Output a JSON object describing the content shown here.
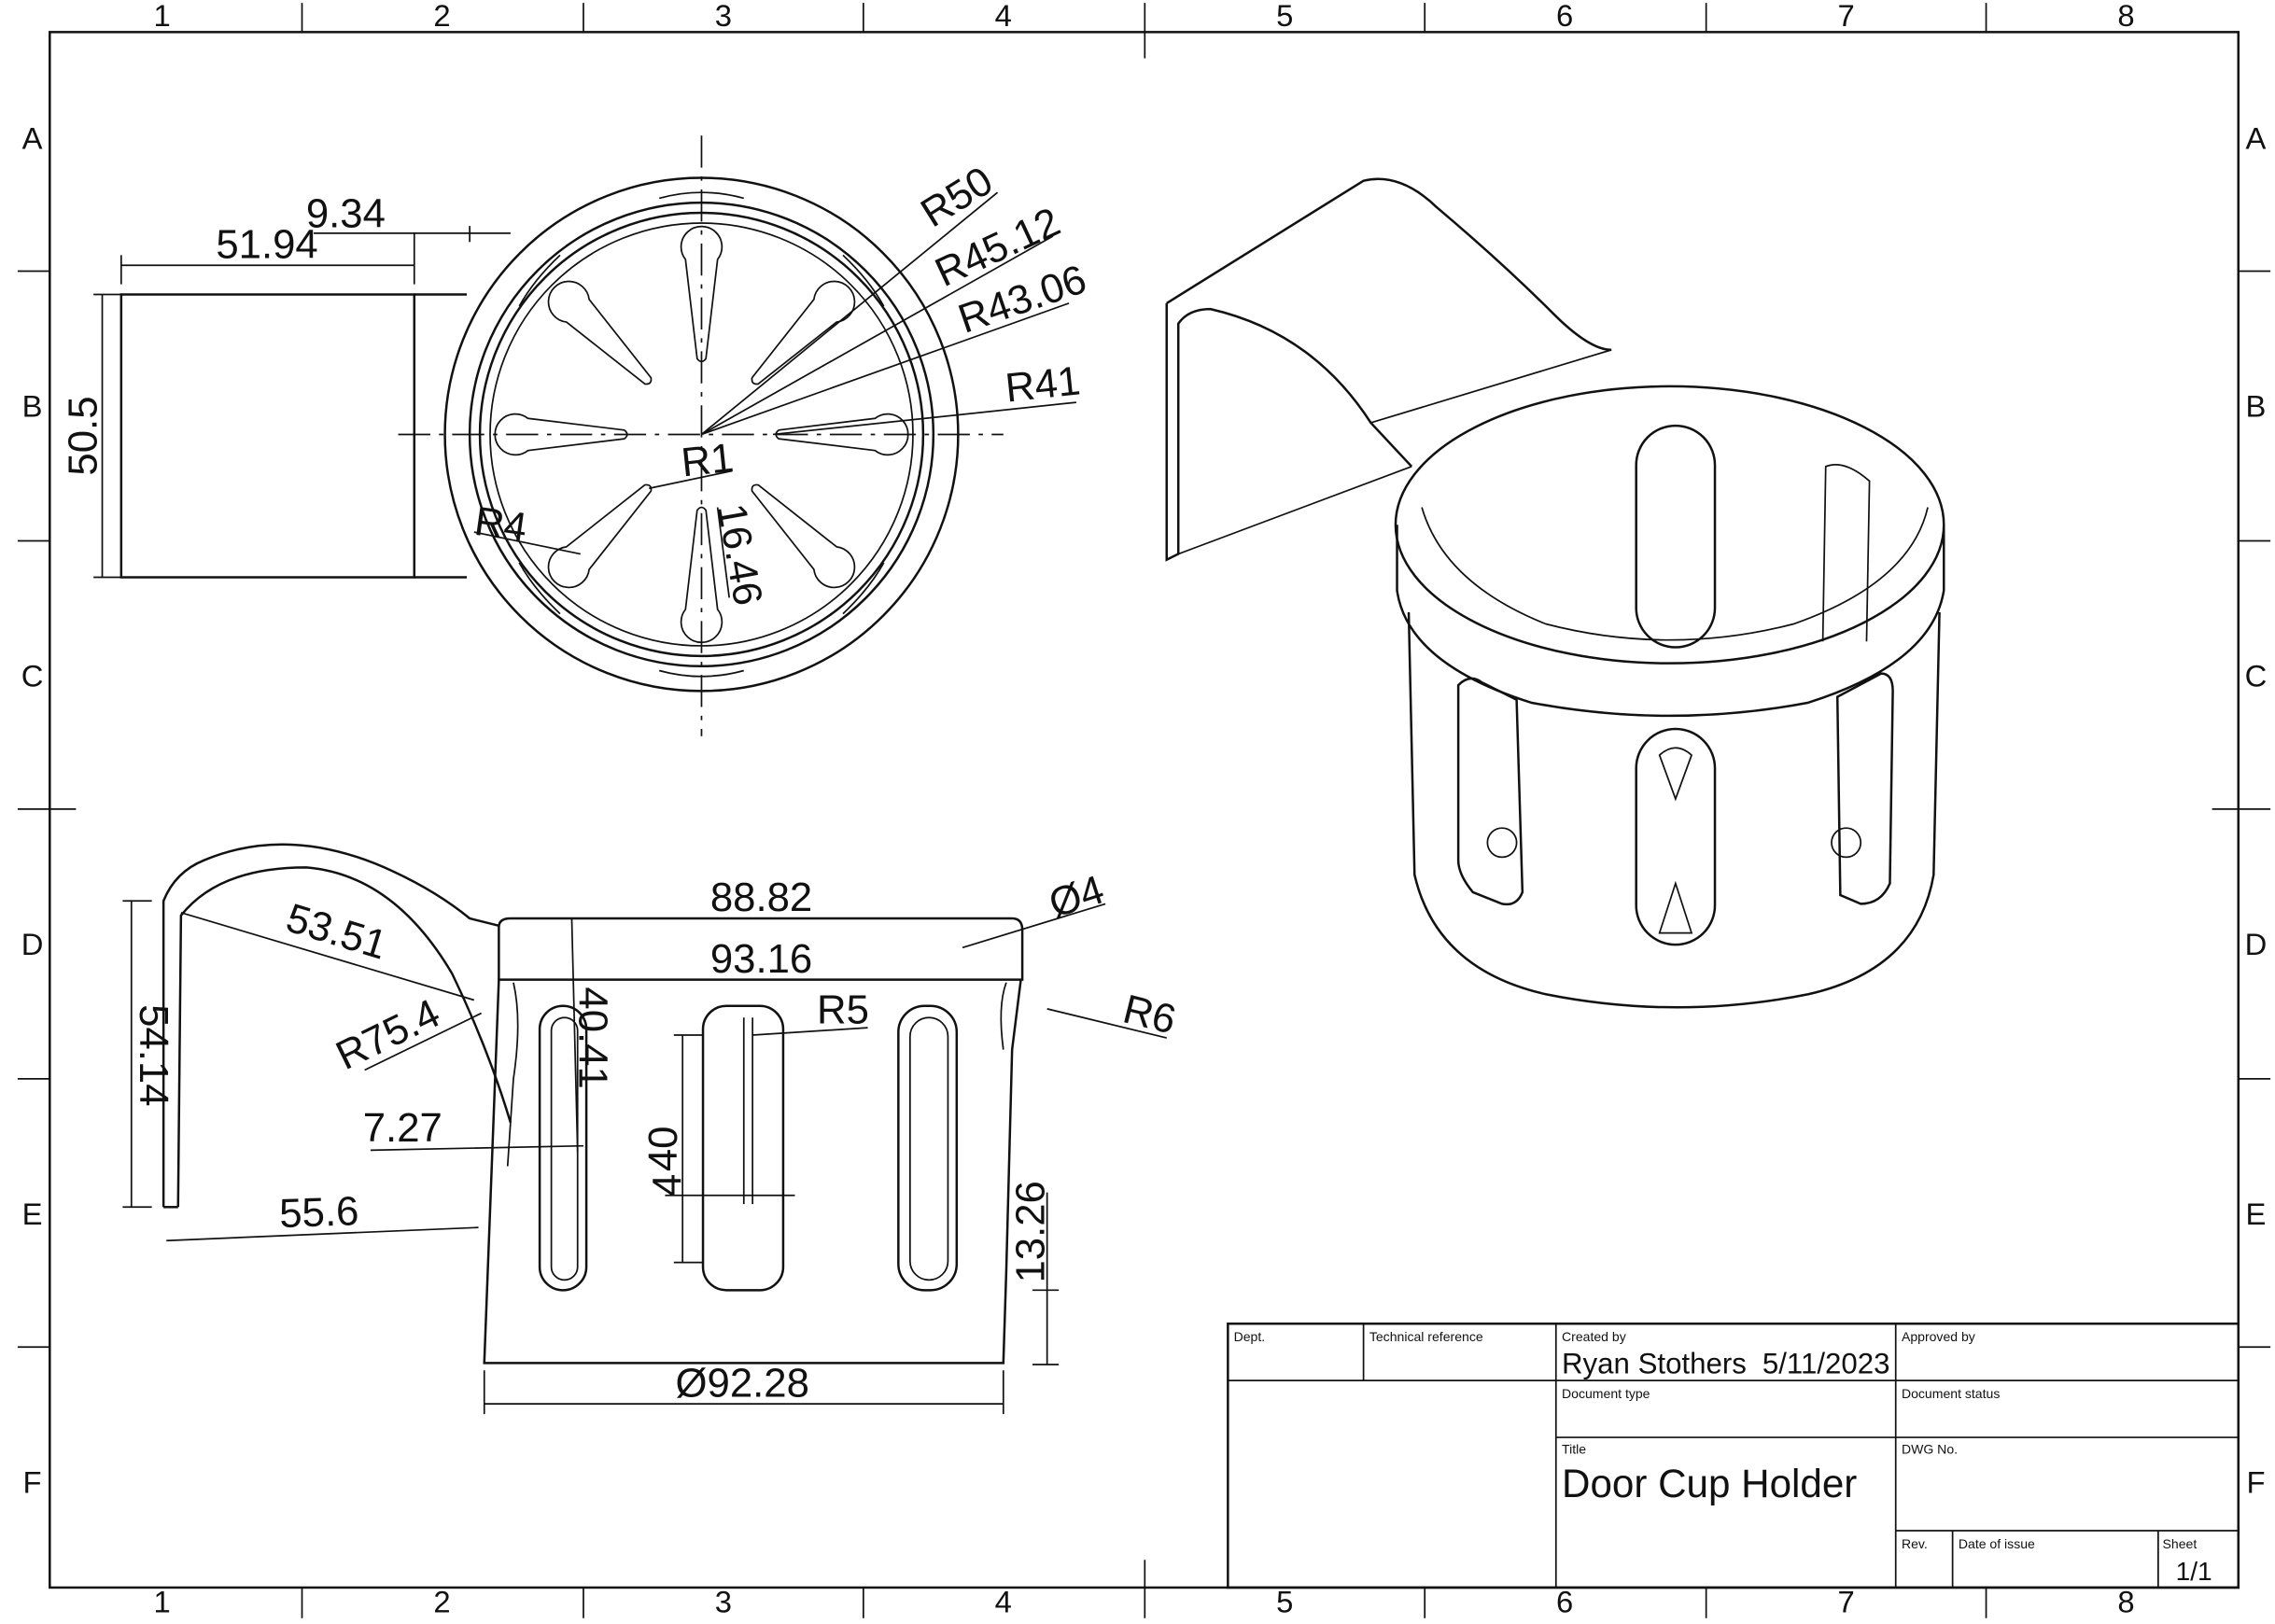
{
  "zones": {
    "columns": [
      "1",
      "2",
      "3",
      "4",
      "5",
      "6",
      "7",
      "8"
    ],
    "rows": [
      "A",
      "B",
      "C",
      "D",
      "E",
      "F"
    ]
  },
  "dimensions": {
    "top_view": {
      "width_51_94": "51.94",
      "width_9_34": "9.34",
      "height_50_5": "50.5",
      "r50": "R50",
      "r45_12": "R45.12",
      "r43_06": "R43.06",
      "r41": "R41",
      "r1": "R1",
      "r4": "R4",
      "len_16_46": "16.46"
    },
    "side_view": {
      "d88_82": "88.82",
      "d93_16": "93.16",
      "dia4": "Ø4",
      "r6": "R6",
      "r5": "R5",
      "h40_41": "40.41",
      "d53_51": "53.51",
      "r75_4": "R75.4",
      "h54_14": "54.14",
      "d7_27": "7.27",
      "h40": "40",
      "w4": "4",
      "d55_6": "55.6",
      "h13_26": "13.26",
      "dia92_28": "Ø92.28"
    }
  },
  "title_block": {
    "dept_label": "Dept.",
    "tech_ref_label": "Technical reference",
    "created_by_label": "Created by",
    "created_by": "Ryan Stothers",
    "created_date": "5/11/2023",
    "approved_by_label": "Approved by",
    "doc_type_label": "Document type",
    "doc_status_label": "Document status",
    "title_label": "Title",
    "title": "Door Cup Holder",
    "dwg_no_label": "DWG No.",
    "rev_label": "Rev.",
    "date_issue_label": "Date of issue",
    "sheet_label": "Sheet",
    "sheet": "1/1"
  }
}
